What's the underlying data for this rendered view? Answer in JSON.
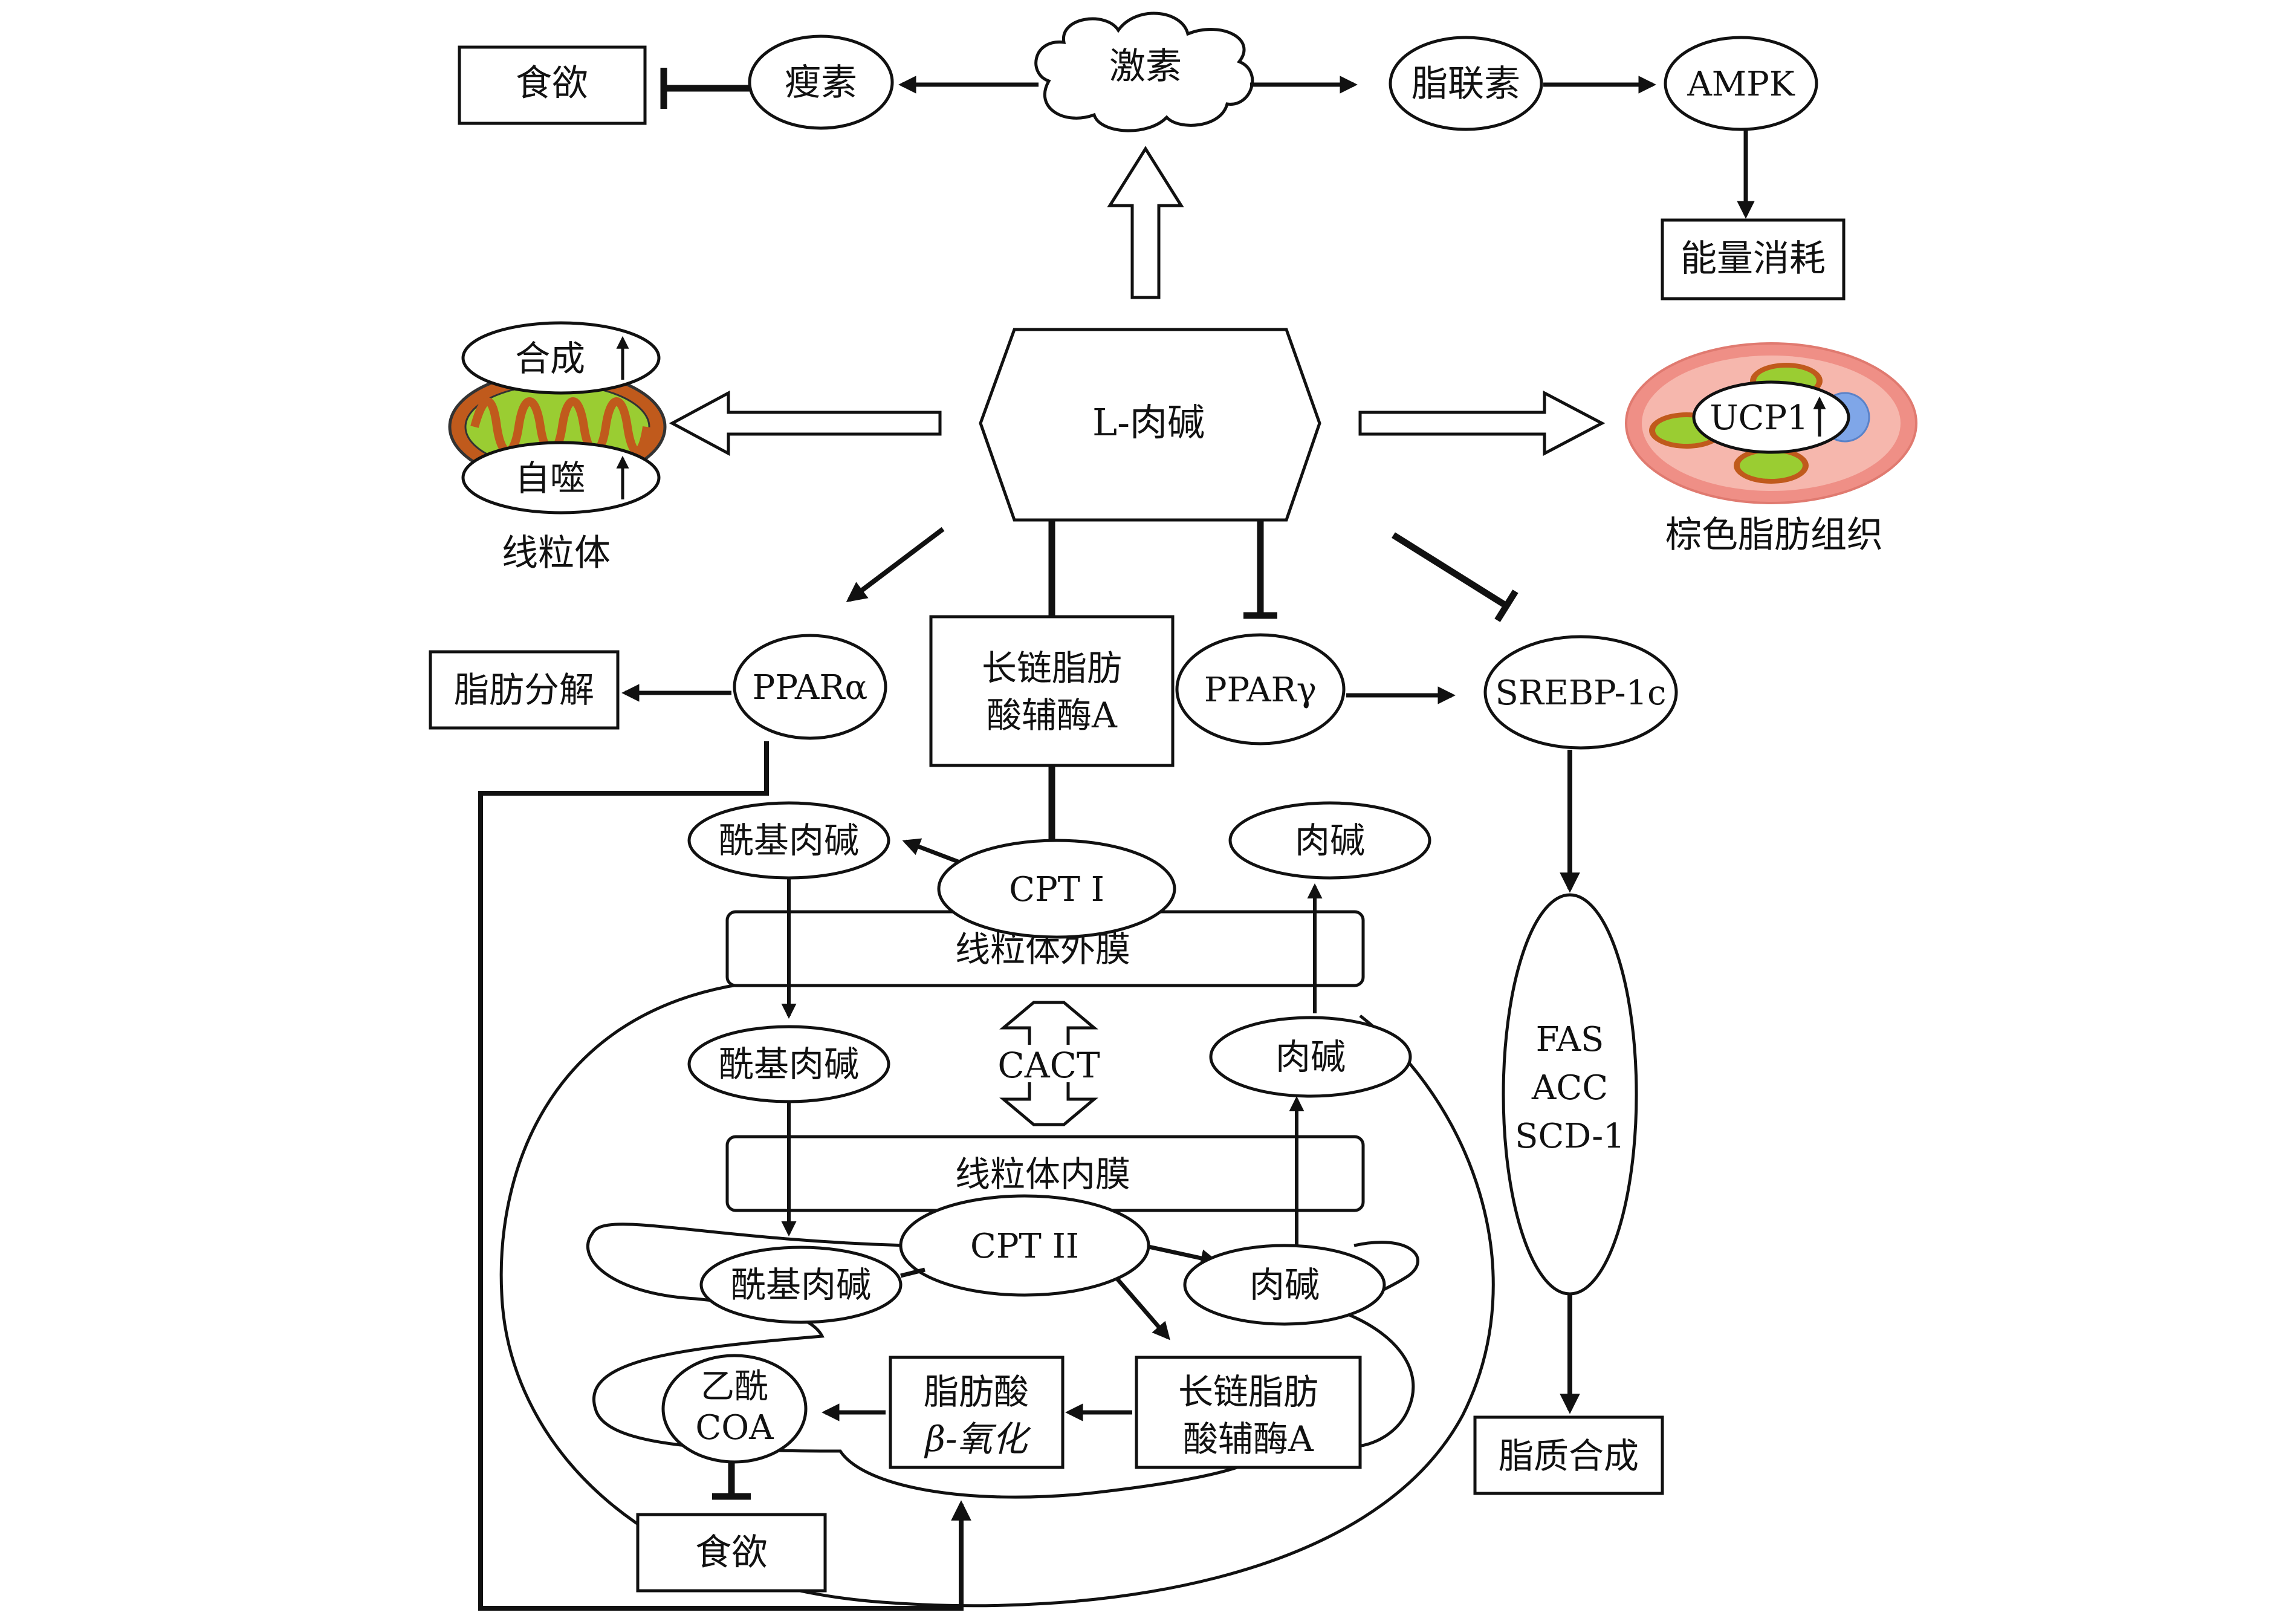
{
  "nodes": {
    "appetite_top": "食欲",
    "leptin": "瘦素",
    "hormone": "激素",
    "adiponectin": "脂联素",
    "ampk": "AMPK",
    "energy": "能量消耗",
    "synthesis": "合成",
    "autophagy": "自噬",
    "mito_label": "线粒体",
    "lcarnitine": "L-肉碱",
    "ucp1": "UCP1",
    "bat_label": "棕色脂肪组织",
    "lipolysis": "脂肪分解",
    "ppara": "PPARα",
    "lcfa_coa_top_l1": "长链脂肪",
    "lcfa_coa_top_l2": "酸辅酶A",
    "pparg": "PPARγ",
    "srebp": "SREBP-1c",
    "acylcarn_top": "酰基肉碱",
    "cpt1": "CPT I",
    "carnitine_top": "肉碱",
    "outer_membrane": "线粒体外膜",
    "acylcarn_mid": "酰基肉碱",
    "cact": "CACT",
    "carnitine_mid": "肉碱",
    "inner_membrane": "线粒体内膜",
    "fas": "FAS",
    "acc": "ACC",
    "scd1": "SCD-1",
    "cpt2": "CPT II",
    "acylcarn_bot": "酰基肉碱",
    "carnitine_bot": "肉碱",
    "acetyl_l1": "乙酰",
    "acetyl_l2": "COA",
    "beta_ox_l1": "脂肪酸",
    "beta_ox_l2": "β-氧化",
    "lcfa_coa_bot_l1": "长链脂肪",
    "lcfa_coa_bot_l2": "酸辅酶A",
    "lipogenesis": "脂质合成",
    "appetite_bottom": "食欲"
  },
  "colors": {
    "stroke": "#111111",
    "mito_outer": "#c05a1c",
    "mito_inner": "#9acd32",
    "bat_outer": "#ef8f86",
    "bat_inner": "#f6b7ad",
    "nucleus": "#7fa6e8"
  }
}
